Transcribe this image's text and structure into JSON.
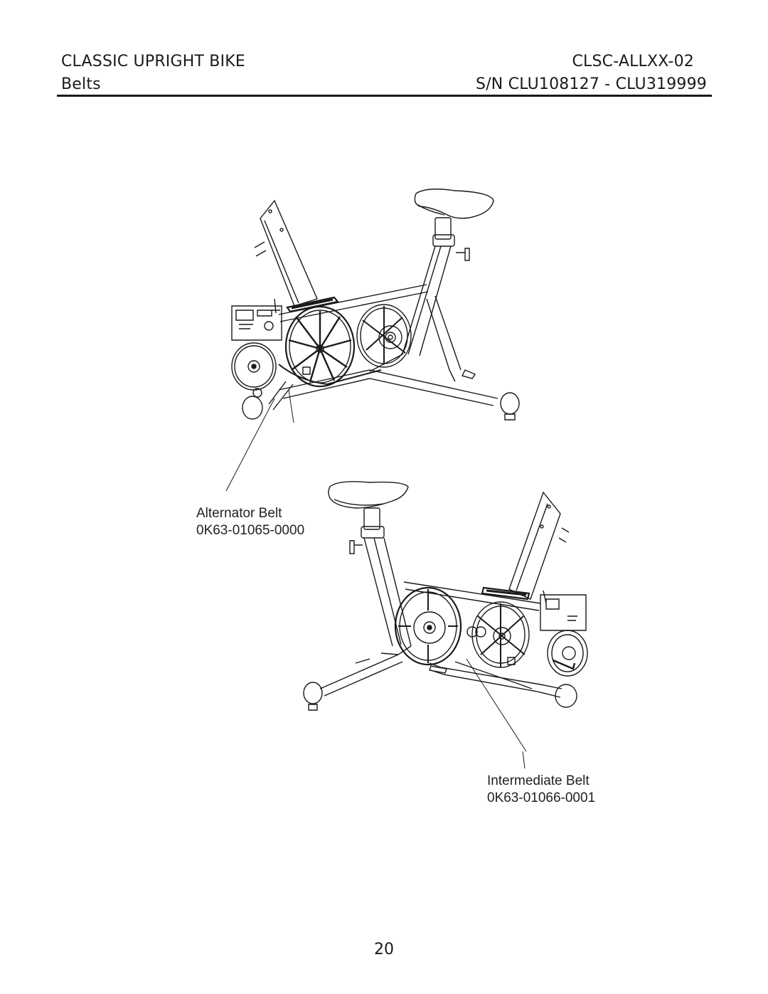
{
  "header": {
    "product": "CLASSIC UPRIGHT BIKE",
    "section": "Belts",
    "model": "CLSC-ALLXX-02",
    "serial_range": "S/N CLU108127 - CLU319999"
  },
  "callouts": [
    {
      "name": "Alternator Belt",
      "part_number": "0K63-01065-0000"
    },
    {
      "name": "Intermediate Belt",
      "part_number": "0K63-01066-0001"
    }
  ],
  "page_number": "20"
}
